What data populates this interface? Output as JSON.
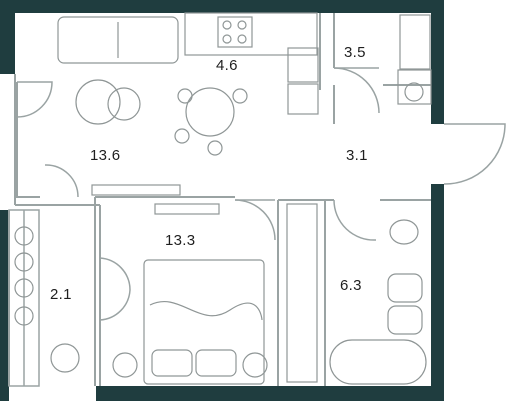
{
  "plan": {
    "colors": {
      "wall": "#1f3d3f",
      "line": "#9aa3a3",
      "furniture": "#8f9696",
      "text": "#1f1f1f"
    },
    "rooms": [
      {
        "id": "kitchen",
        "area": "4.6"
      },
      {
        "id": "storage",
        "area": "3.5"
      },
      {
        "id": "living",
        "area": "13.6"
      },
      {
        "id": "hall",
        "area": "3.1"
      },
      {
        "id": "bedroom",
        "area": "13.3"
      },
      {
        "id": "balcony",
        "area": "2.1"
      },
      {
        "id": "bathroom",
        "area": "6.3"
      }
    ]
  }
}
